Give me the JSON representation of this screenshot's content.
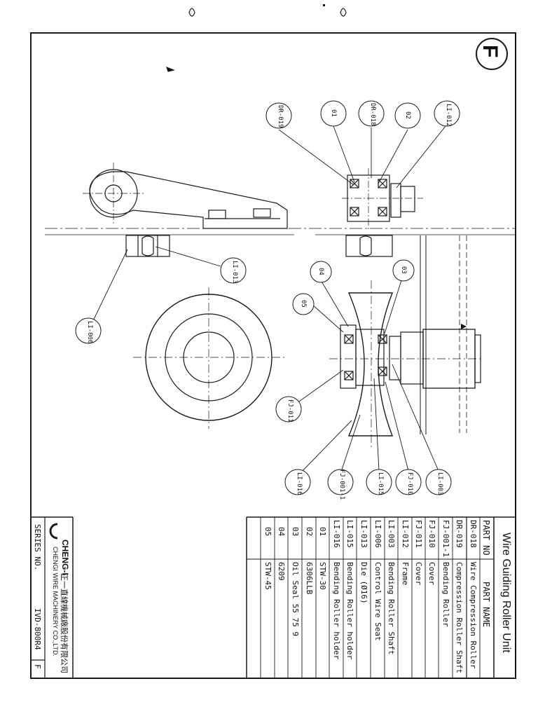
{
  "sheet": {
    "letter": "F"
  },
  "title_block": {
    "title": "Wire Guiding Roller Unit"
  },
  "parts_table": {
    "header_no": "PART NO",
    "header_name": "PART  NAME",
    "rows": [
      {
        "no": "DR-018",
        "name": "Wire Compression Roller"
      },
      {
        "no": "DR-019",
        "name": "Compression Roller Shaft"
      },
      {
        "no": "FJ-001-1",
        "name": "Bending Roller"
      },
      {
        "no": "FJ-010",
        "name": "Cover"
      },
      {
        "no": "FJ-011",
        "name": "Cover"
      },
      {
        "no": "LI-012",
        "name": "Frame"
      },
      {
        "no": "LI-003",
        "name": "Bending Roller Shaft"
      },
      {
        "no": "LI-006",
        "name": "Control Wire Seat"
      },
      {
        "no": "LI-013",
        "name": "Die (Ø16)"
      },
      {
        "no": "LI-015",
        "name": "Bending Roller holder"
      },
      {
        "no": "LI-016",
        "name": "Bending Roller holder"
      },
      {
        "no": "01",
        "name": "STW-30"
      },
      {
        "no": "02",
        "name": "6306LLB"
      },
      {
        "no": "03",
        "name": "Oil Seal 55 75 9"
      },
      {
        "no": "04",
        "name": "6209"
      },
      {
        "no": "05",
        "name": "STW-45"
      },
      {
        "no": "",
        "name": ""
      }
    ]
  },
  "company": {
    "brand": "CHENG-I",
    "chinese_name": "正一直線機械廠股份有限公司",
    "english_name": "CHENGI WIRE MACHINERY CO.,LTD."
  },
  "series": {
    "label": "SERIES  NO.",
    "value": "IVD-800R4",
    "sheet": "F"
  },
  "balloons": {
    "top_dr019": "DR-019",
    "top_01": "01",
    "top_dr018": "DR-018",
    "top_02": "02",
    "top_li012": "LI-012",
    "li013": "LI-013",
    "li006": "LI-006",
    "b04": "04",
    "b05": "05",
    "b03": "03",
    "fj011": "FJ-011",
    "li016": "LI-016",
    "fj0011": "FJ-001-1",
    "li015": "LI-015",
    "fj010": "FJ-010",
    "li003": "LI-003"
  }
}
